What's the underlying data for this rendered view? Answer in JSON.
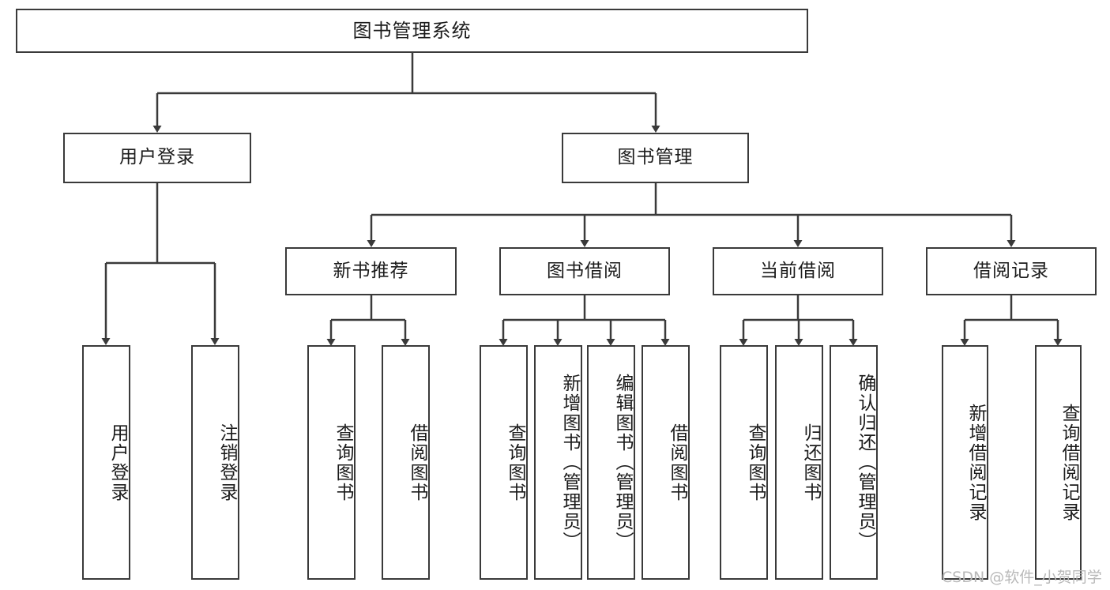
{
  "diagram": {
    "title": "图书管理系统",
    "type": "tree-hierarchy-chart",
    "background_color": "#ffffff",
    "border_color": "#3a3a3a",
    "text_color": "#1b1b1b",
    "watermark": "CSDN @软件_小贺同学"
  },
  "nodes": {
    "root": {
      "label": "图书管理系统"
    },
    "level2": [
      {
        "id": "user-login",
        "label": "用户登录"
      },
      {
        "id": "book-manage",
        "label": "图书管理"
      }
    ],
    "level3": [
      {
        "id": "new-book-recommend",
        "label": "新书推荐"
      },
      {
        "id": "book-borrow",
        "label": "图书借阅"
      },
      {
        "id": "current-borrow",
        "label": "当前借阅"
      },
      {
        "id": "borrow-record",
        "label": "借阅记录"
      }
    ],
    "leaves": {
      "user-login": [
        {
          "id": "leaf-user-login",
          "label": "用户登录"
        },
        {
          "id": "leaf-logout-login",
          "label": "注销登录"
        }
      ],
      "new-book-recommend": [
        {
          "id": "leaf-query-book-1",
          "label": "查询图书"
        },
        {
          "id": "leaf-borrow-book-1",
          "label": "借阅图书"
        }
      ],
      "book-borrow": [
        {
          "id": "leaf-query-book-2",
          "label": "查询图书"
        },
        {
          "id": "leaf-add-book",
          "label": "新增图书（管理员）"
        },
        {
          "id": "leaf-edit-book",
          "label": "编辑图书（管理员）"
        },
        {
          "id": "leaf-borrow-book-2",
          "label": "借阅图书"
        }
      ],
      "current-borrow": [
        {
          "id": "leaf-query-book-3",
          "label": "查询图书"
        },
        {
          "id": "leaf-return-book",
          "label": "归还图书"
        },
        {
          "id": "leaf-confirm-return",
          "label": "确认归还（管理员）"
        }
      ],
      "borrow-record": [
        {
          "id": "leaf-add-record",
          "label": "新增借阅记录"
        },
        {
          "id": "leaf-query-record",
          "label": "查询借阅记录"
        }
      ]
    }
  },
  "chart_data": {
    "type": "tree",
    "title": "图书管理系统",
    "root": "图书管理系统",
    "edges": [
      [
        "图书管理系统",
        "用户登录"
      ],
      [
        "图书管理系统",
        "图书管理"
      ],
      [
        "用户登录",
        "用户登录"
      ],
      [
        "用户登录",
        "注销登录"
      ],
      [
        "图书管理",
        "新书推荐"
      ],
      [
        "图书管理",
        "图书借阅"
      ],
      [
        "图书管理",
        "当前借阅"
      ],
      [
        "图书管理",
        "借阅记录"
      ],
      [
        "新书推荐",
        "查询图书"
      ],
      [
        "新书推荐",
        "借阅图书"
      ],
      [
        "图书借阅",
        "查询图书"
      ],
      [
        "图书借阅",
        "新增图书（管理员）"
      ],
      [
        "图书借阅",
        "编辑图书（管理员）"
      ],
      [
        "图书借阅",
        "借阅图书"
      ],
      [
        "当前借阅",
        "查询图书"
      ],
      [
        "当前借阅",
        "归还图书"
      ],
      [
        "当前借阅",
        "确认归还（管理员）"
      ],
      [
        "借阅记录",
        "新增借阅记录"
      ],
      [
        "借阅记录",
        "查询借阅记录"
      ]
    ],
    "levels": 4
  }
}
